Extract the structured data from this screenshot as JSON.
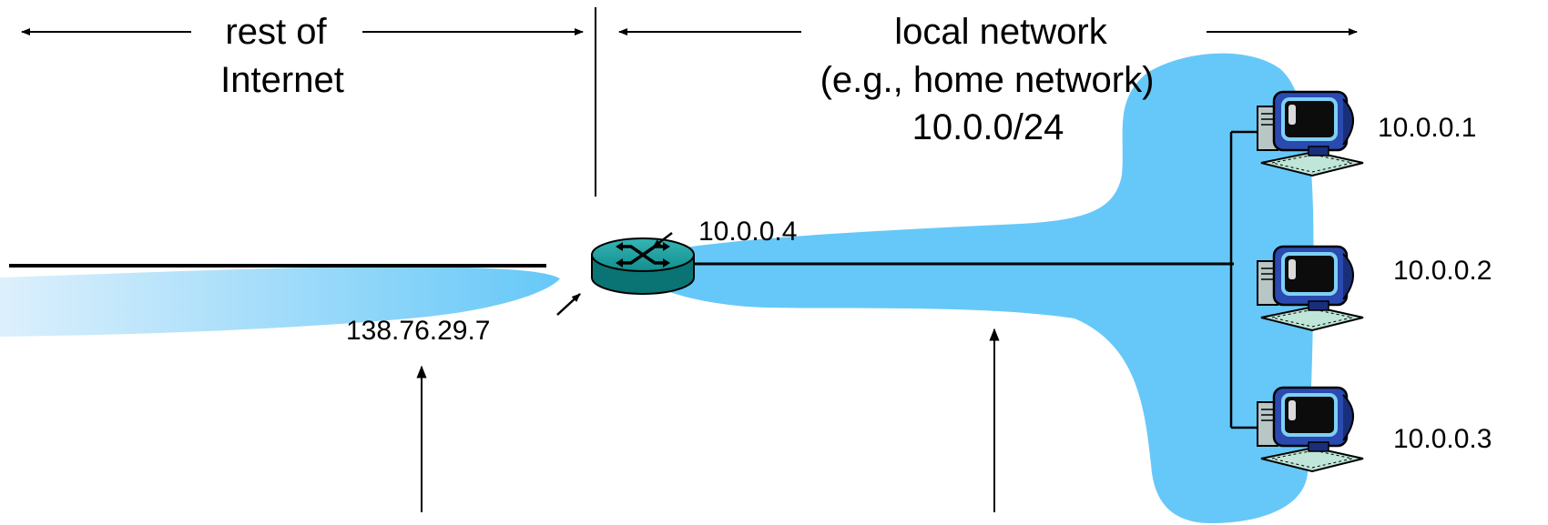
{
  "rest_of_internet": {
    "line1": "rest of",
    "line2": "Internet"
  },
  "local_network": {
    "line1": "local network",
    "line2": "(e.g., home network)",
    "line3": "10.0.0/24"
  },
  "router": {
    "lan_ip": "10.0.0.4",
    "wan_ip": "138.76.29.7"
  },
  "hosts": [
    {
      "ip": "10.0.0.1",
      "icon": "desktop-computer-icon"
    },
    {
      "ip": "10.0.0.2",
      "icon": "desktop-computer-icon"
    },
    {
      "ip": "10.0.0.3",
      "icon": "desktop-computer-icon"
    }
  ],
  "colors": {
    "network_fill": "#66c8f8",
    "router_fill": "#0e8a8a",
    "monitor_screen": "#1e2f8a",
    "line": "#000000"
  }
}
